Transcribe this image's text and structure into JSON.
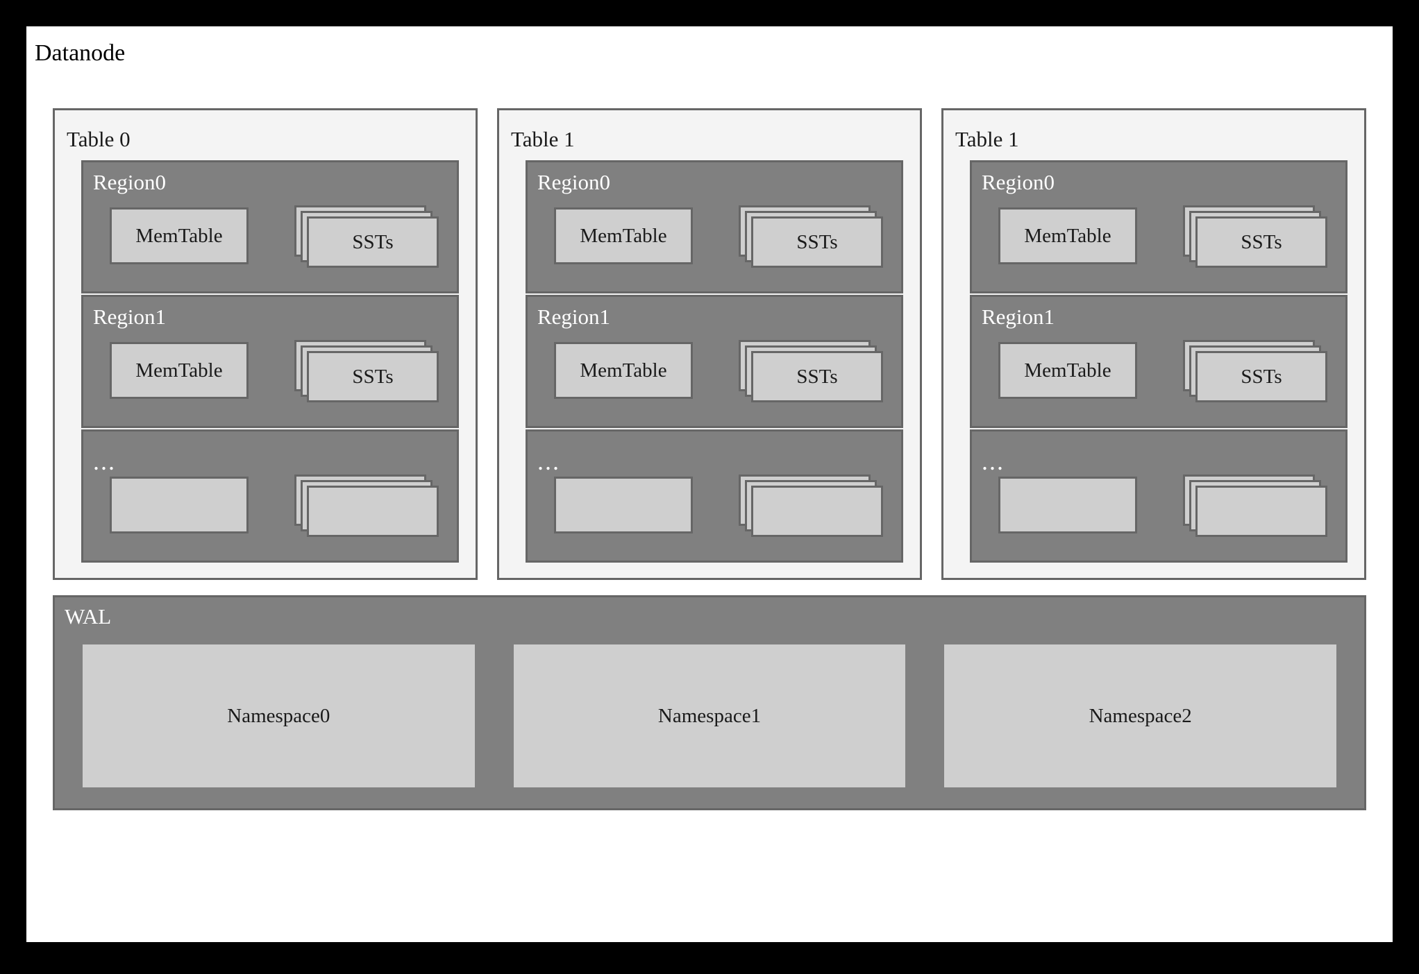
{
  "diagram": {
    "title": "Datanode",
    "tables": [
      {
        "label": "Table 0",
        "regions": [
          {
            "label": "Region0",
            "memtable": "MemTable",
            "ssts": "SSTs",
            "is_ellipsis": false
          },
          {
            "label": "Region1",
            "memtable": "MemTable",
            "ssts": "SSTs",
            "is_ellipsis": false
          },
          {
            "label": "...",
            "memtable": "",
            "ssts": "",
            "is_ellipsis": true
          }
        ]
      },
      {
        "label": "Table 1",
        "regions": [
          {
            "label": "Region0",
            "memtable": "MemTable",
            "ssts": "SSTs",
            "is_ellipsis": false
          },
          {
            "label": "Region1",
            "memtable": "MemTable",
            "ssts": "SSTs",
            "is_ellipsis": false
          },
          {
            "label": "...",
            "memtable": "",
            "ssts": "",
            "is_ellipsis": true
          }
        ]
      },
      {
        "label": "Table 1",
        "regions": [
          {
            "label": "Region0",
            "memtable": "MemTable",
            "ssts": "SSTs",
            "is_ellipsis": false
          },
          {
            "label": "Region1",
            "memtable": "MemTable",
            "ssts": "SSTs",
            "is_ellipsis": false
          },
          {
            "label": "...",
            "memtable": "",
            "ssts": "",
            "is_ellipsis": true
          }
        ]
      }
    ],
    "wal": {
      "label": "WAL",
      "namespaces": [
        "Namespace0",
        "Namespace1",
        "Namespace2"
      ]
    },
    "colors": {
      "frame": "#000000",
      "canvas": "#ffffff",
      "table_fill": "#f4f4f4",
      "region_fill": "#808080",
      "box_fill": "#cfcfcf",
      "stroke": "#666666",
      "text_dark": "#1a1a1a",
      "text_light": "#ffffff"
    }
  }
}
